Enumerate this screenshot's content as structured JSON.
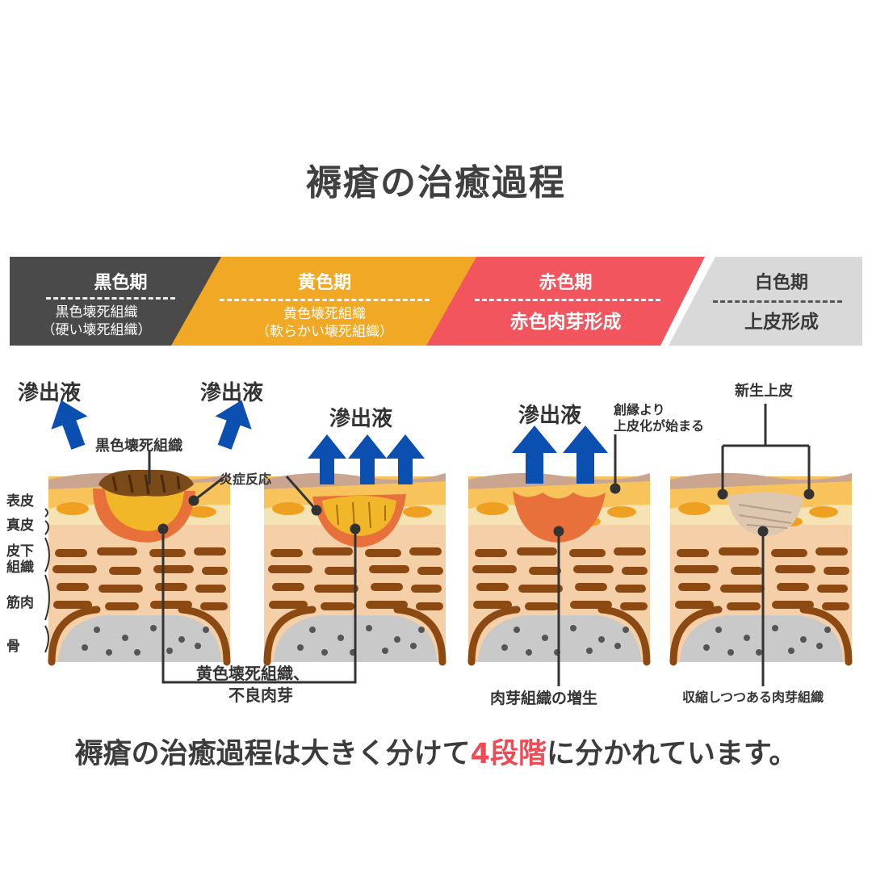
{
  "title": "褥瘡の治癒過程",
  "stages": [
    {
      "name": "黒色期",
      "desc1": "黒色壊死組織",
      "desc2": "（硬い壊死組織）",
      "color": "#4a4a4a"
    },
    {
      "name": "黄色期",
      "desc1": "黄色壊死組織",
      "desc2": "（軟らかい壊死組織）",
      "color": "#f0a825"
    },
    {
      "name": "赤色期",
      "desc1": "赤色肉芽形成",
      "color": "#f2555d"
    },
    {
      "name": "白色期",
      "desc1": "上皮形成",
      "color": "#d9d9d9",
      "text_color": "#3a3a3a"
    }
  ],
  "layers": {
    "epidermis": "表皮",
    "dermis": "真皮",
    "subcutis_1": "皮下",
    "subcutis_2": "組織",
    "muscle": "筋肉",
    "bone": "骨"
  },
  "labels": {
    "exudate": "滲出液",
    "black_necrosis": "黒色壊死組織",
    "inflammation": "炎症反応",
    "yellow_necrosis_1": "黄色壊死組織、",
    "yellow_necrosis_2": "不良肉芽",
    "epith_start_1": "創縁より",
    "epith_start_2": "上皮化が始まる",
    "granulation": "肉芽組織の増生",
    "new_epithelium": "新生上皮",
    "contracting": "収縮しつつある肉芽組織"
  },
  "bottom": {
    "before": "褥瘡の治癒過程は大きく分けて",
    "highlight": "4段階",
    "after": "に分かれています。",
    "highlight_color": "#ef4b55"
  },
  "colors": {
    "arrow": "#0b4fb0",
    "epidermis": "#caa58f",
    "dermis": "#f7c35a",
    "fat": "#f6e3b3",
    "muscle_bg": "#f4cfa8",
    "muscle": "#8c4a12",
    "bone": "#c9c9c9",
    "wound_red": "#e8703a",
    "wound_yellow": "#f2b728"
  }
}
